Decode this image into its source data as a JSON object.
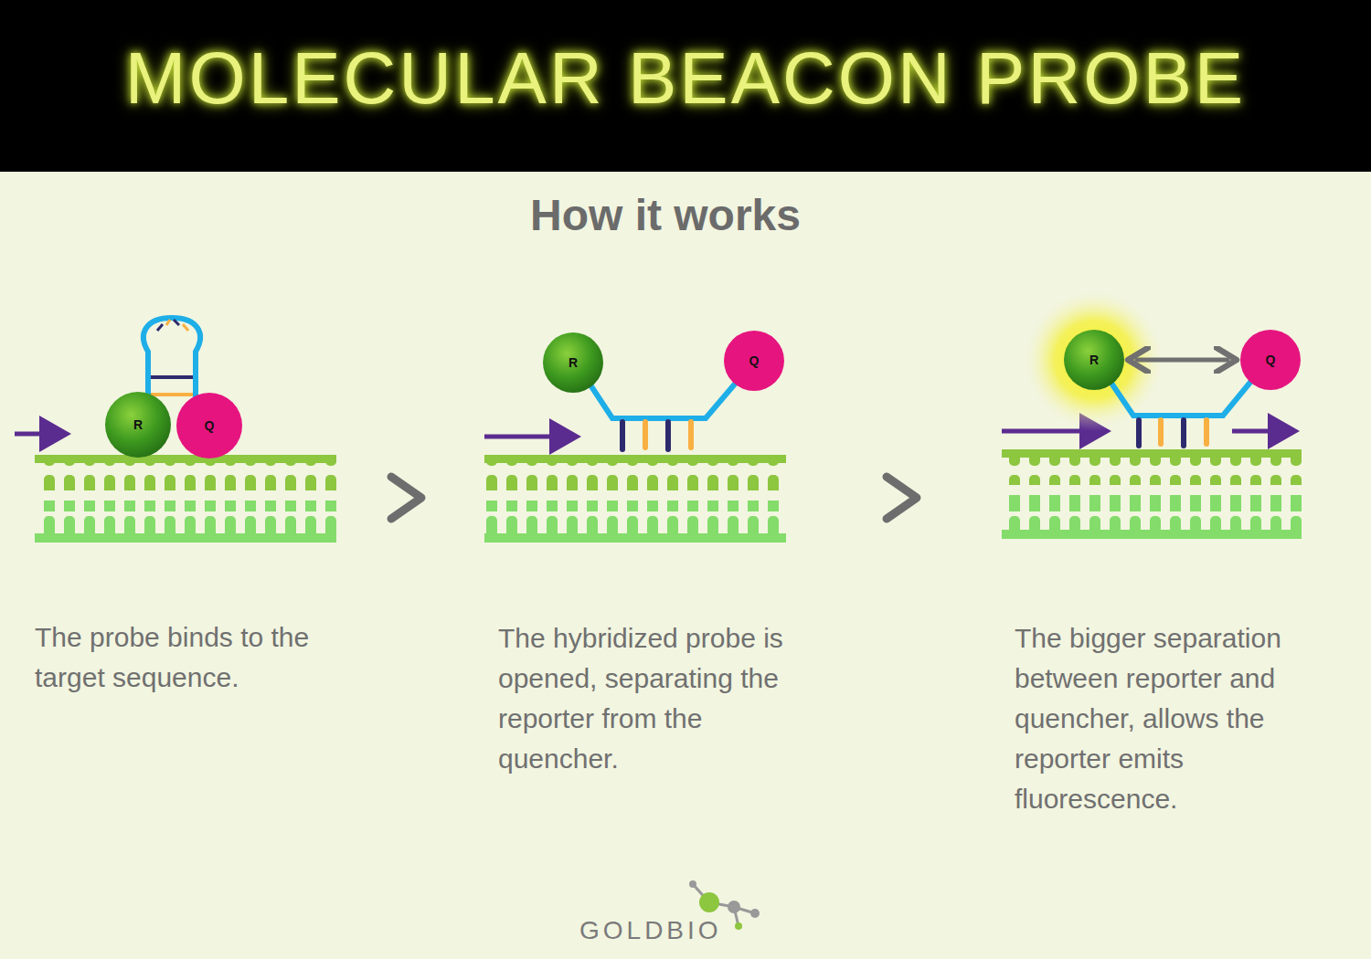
{
  "diagram": {
    "title": "MOLECULAR BEACON PROBE",
    "nodes": [
      {
        "text": [
          "R"
        ]
      },
      {
        "text": [
          "Q"
        ]
      },
      {
        "text": [
          "R"
        ]
      },
      {
        "text": [
          "Q"
        ]
      },
      {
        "text": [
          "R"
        ]
      },
      {
        "text": [
          "Q"
        ]
      }
    ],
    "edges": [
      {
        "from": 4,
        "to": 5,
        "arrow": "both"
      }
    ],
    "labels": [
      "How it works",
      "The probe binds to the target sequence.",
      "The hybridized probe is opened, separating the reporter from the quencher.",
      "The bigger separation between reporter and quencher, allows the reporter emits fluorescence.",
      "GOLDBIO"
    ]
  }
}
